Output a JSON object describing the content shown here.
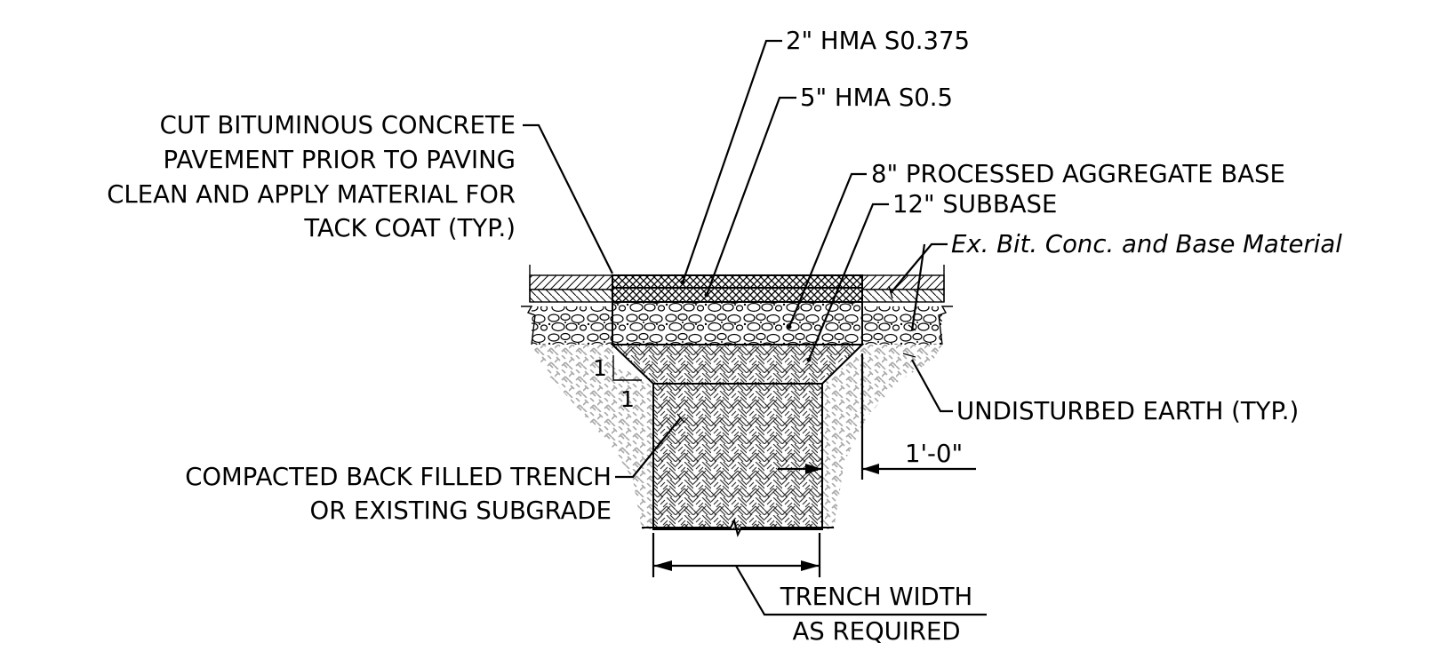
{
  "labels": {
    "hma_top": "2\" HMA S0.375",
    "hma_base": "5\" HMA S0.5",
    "cut_line1": "CUT BITUMINOUS CONCRETE",
    "cut_line2": "PAVEMENT PRIOR TO PAVING",
    "cut_line3": "CLEAN AND APPLY MATERIAL FOR",
    "cut_line4": "TACK COAT (TYP.)",
    "aggregate_base": "8\" PROCESSED AGGREGATE BASE",
    "subbase": "12\" SUBBASE",
    "existing": "Ex. Bit. Conc. and Base Material",
    "undisturbed": "UNDISTURBED EARTH (TYP.)",
    "offset_dim": "1'-0\"",
    "backfill_line1": "COMPACTED BACK FILLED TRENCH",
    "backfill_line2": "OR EXISTING SUBGRADE",
    "trench_line1": "TRENCH WIDTH",
    "trench_line2": "AS REQUIRED",
    "slope_rise": "1",
    "slope_run": "1"
  },
  "colors": {
    "line": "#000000",
    "earth_hatch": "#a9a9a9",
    "fill_hatch": "#4a4a4a",
    "background": "#ffffff"
  }
}
